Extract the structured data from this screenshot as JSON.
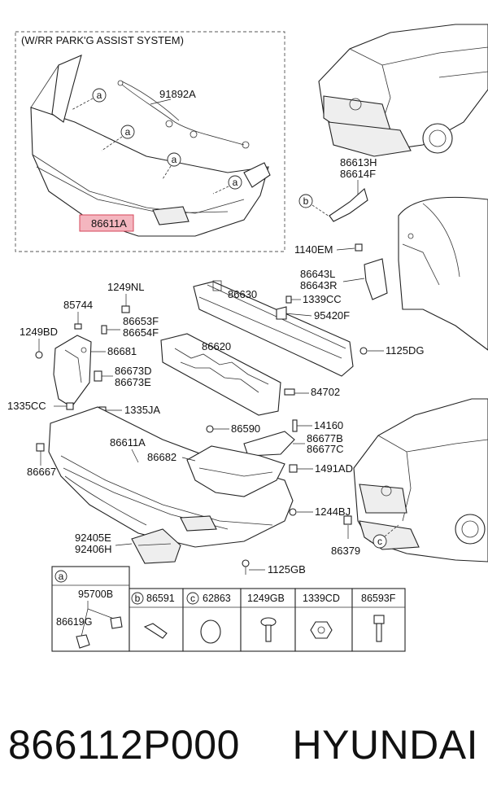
{
  "header": {
    "variant_note": "(W/RR PARK'G ASSIST SYSTEM)"
  },
  "callouts": {
    "a": "a",
    "b": "b",
    "c": "c"
  },
  "labels": {
    "p91892A": "91892A",
    "p86611A_top": "86611A",
    "p86613H": "86613H",
    "p86614F": "86614F",
    "p1140EM": "1140EM",
    "p86643L": "86643L",
    "p86643R": "86643R",
    "p1339CC": "1339CC",
    "p95420F": "95420F",
    "p1125DG": "1125DG",
    "p1249NL": "1249NL",
    "p85744": "85744",
    "p86653F": "86653F",
    "p86654F": "86654F",
    "p1249BD": "1249BD",
    "p86630": "86630",
    "p86620": "86620",
    "p86681": "86681",
    "p86673D": "86673D",
    "p86673E": "86673E",
    "p84702": "84702",
    "p1335CC": "1335CC",
    "p1335JA": "1335JA",
    "p86590": "86590",
    "p14160": "14160",
    "p86677B": "86677B",
    "p86677C": "86677C",
    "p86611A": "86611A",
    "p86682": "86682",
    "p1491AD": "1491AD",
    "p86667": "86667",
    "p1244BJ": "1244BJ",
    "p92405E": "92405E",
    "p92406H": "92406H",
    "p86379": "86379",
    "p1125GB": "1125GB"
  },
  "legend": {
    "cell_a_tag": "a",
    "cell_a_part1": "95700B",
    "cell_a_part2": "86619G",
    "cell_b_tag": "b",
    "cell_b_part": "86591",
    "cell_c_tag": "c",
    "cell_c_part": "62863",
    "cell_d_part": "1249GB",
    "cell_e_part": "1339CD",
    "cell_f_part": "86593F"
  },
  "footer": {
    "part_number": "866112P000",
    "brand": "HYUNDAI"
  },
  "colors": {
    "highlight_fill": "#f4b6bf",
    "highlight_stroke": "#d6455a"
  }
}
